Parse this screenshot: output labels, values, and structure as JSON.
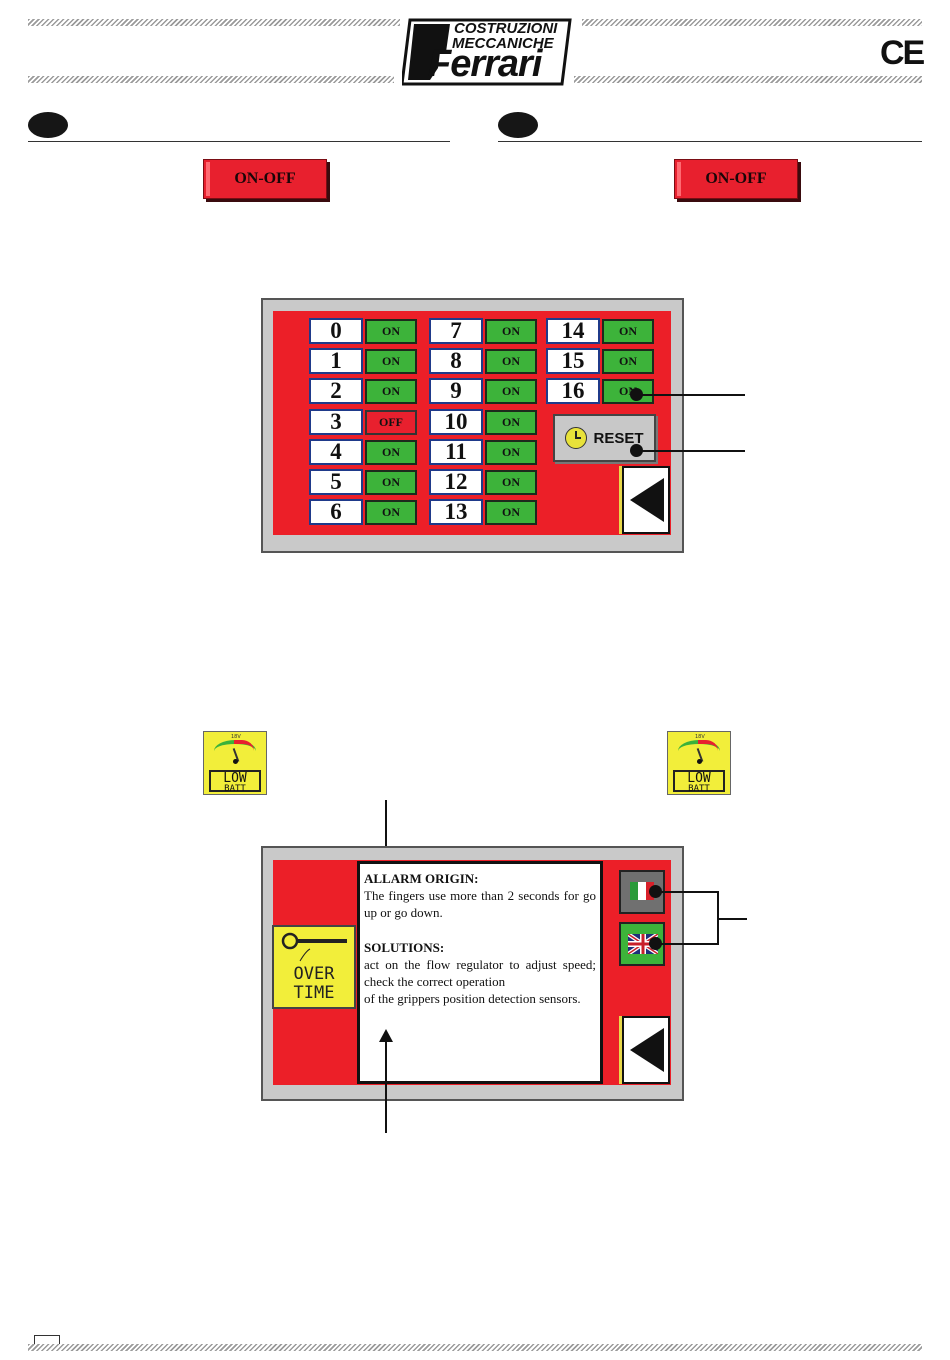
{
  "header": {
    "logo_line1": "COSTRUZIONI",
    "logo_line2": "MECCANICHE",
    "logo_brand": "Ferrari",
    "ce_mark": "CE"
  },
  "buttons": {
    "onoff_left": "ON-OFF",
    "onoff_right": "ON-OFF"
  },
  "station_panel": {
    "stations": [
      {
        "num": "0",
        "state": "ON"
      },
      {
        "num": "1",
        "state": "ON"
      },
      {
        "num": "2",
        "state": "ON"
      },
      {
        "num": "3",
        "state": "OFF"
      },
      {
        "num": "4",
        "state": "ON"
      },
      {
        "num": "5",
        "state": "ON"
      },
      {
        "num": "6",
        "state": "ON"
      },
      {
        "num": "7",
        "state": "ON"
      },
      {
        "num": "8",
        "state": "ON"
      },
      {
        "num": "9",
        "state": "ON"
      },
      {
        "num": "10",
        "state": "ON"
      },
      {
        "num": "11",
        "state": "ON"
      },
      {
        "num": "12",
        "state": "ON"
      },
      {
        "num": "13",
        "state": "ON"
      },
      {
        "num": "14",
        "state": "ON"
      },
      {
        "num": "15",
        "state": "ON"
      },
      {
        "num": "16",
        "state": "ON"
      }
    ],
    "reset_label": "RESET",
    "colors": {
      "on": "#3db33a",
      "off": "#e8202e",
      "panel": "#ec1f28"
    }
  },
  "low_batt": {
    "line1": "LOW",
    "line2": "BATT",
    "gauge_label": "18V"
  },
  "alarm_panel": {
    "origin_heading": "ALLARM ORIGIN:",
    "origin_text": "The fingers use more than 2 seconds for go up or go down.",
    "solutions_heading": "SOLUTIONS:",
    "solutions_text_1": "act on the flow regulator to adjust speed; check the correct operation",
    "solutions_text_2": "of the grippers position detection sensors.",
    "icon_line1": "OVER",
    "icon_line2": "TIME"
  }
}
